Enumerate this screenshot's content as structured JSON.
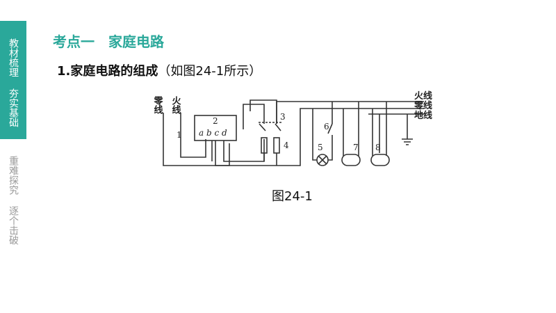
{
  "sidebar": {
    "tabs": [
      {
        "label": "教材梳理 夯实基础",
        "active": true
      },
      {
        "label": "重难探究 逐个击破",
        "active": false
      }
    ]
  },
  "section_title": "考点一　家庭电路",
  "subtitle": {
    "main": "1.家庭电路的组成",
    "note": "（如图24-1所示）"
  },
  "diagram": {
    "left_labels": {
      "neutral": "零线",
      "live": "火线"
    },
    "right_labels": {
      "live": "火线",
      "neutral": "零线",
      "ground": "地线"
    },
    "component_numbers": [
      "1",
      "2",
      "3",
      "4",
      "5",
      "6",
      "7",
      "8"
    ],
    "terminal_letters": "a b c d"
  },
  "caption": "图24-1",
  "colors": {
    "accent": "#2aa89a",
    "inactive_text": "#9a9a9a"
  }
}
